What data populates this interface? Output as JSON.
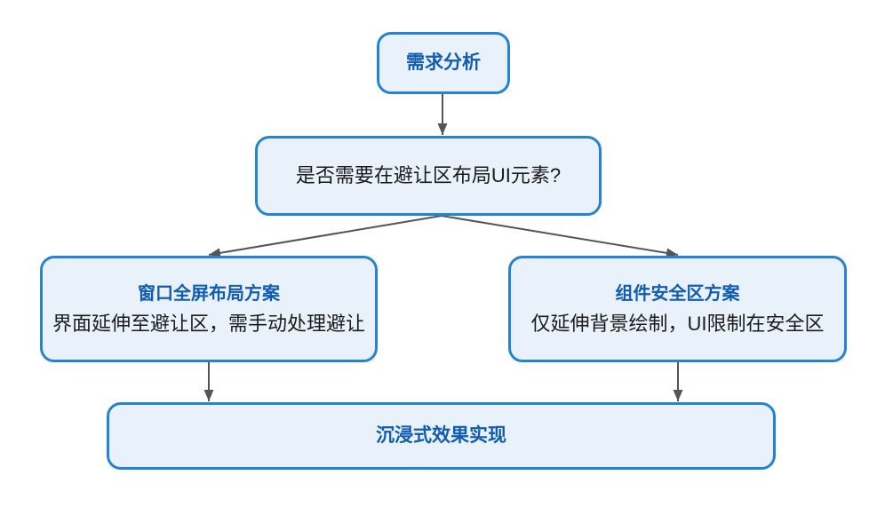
{
  "flowchart": {
    "nodes": {
      "start": {
        "label": "需求分析"
      },
      "decision": {
        "label": "是否需要在避让区布局UI元素?"
      },
      "fullscreen": {
        "title": "窗口全屏布局方案",
        "desc": "界面延伸至避让区，需手动处理避让"
      },
      "safearea": {
        "title": "组件安全区方案",
        "desc": "仅延伸背景绘制，UI限制在安全区"
      },
      "result": {
        "label": "沉浸式效果实现"
      }
    },
    "edges": [
      {
        "from": "start",
        "to": "decision"
      },
      {
        "from": "decision",
        "to": "fullscreen"
      },
      {
        "from": "decision",
        "to": "safearea"
      },
      {
        "from": "fullscreen",
        "to": "result"
      },
      {
        "from": "safearea",
        "to": "result"
      }
    ],
    "colors": {
      "node_border": "#2583d5",
      "node_fill": "#e9f2fb",
      "title_text": "#0f5cb0",
      "body_text": "#1b1b1b",
      "arrow": "#555555",
      "canvas_bg": "#ffffff"
    }
  }
}
